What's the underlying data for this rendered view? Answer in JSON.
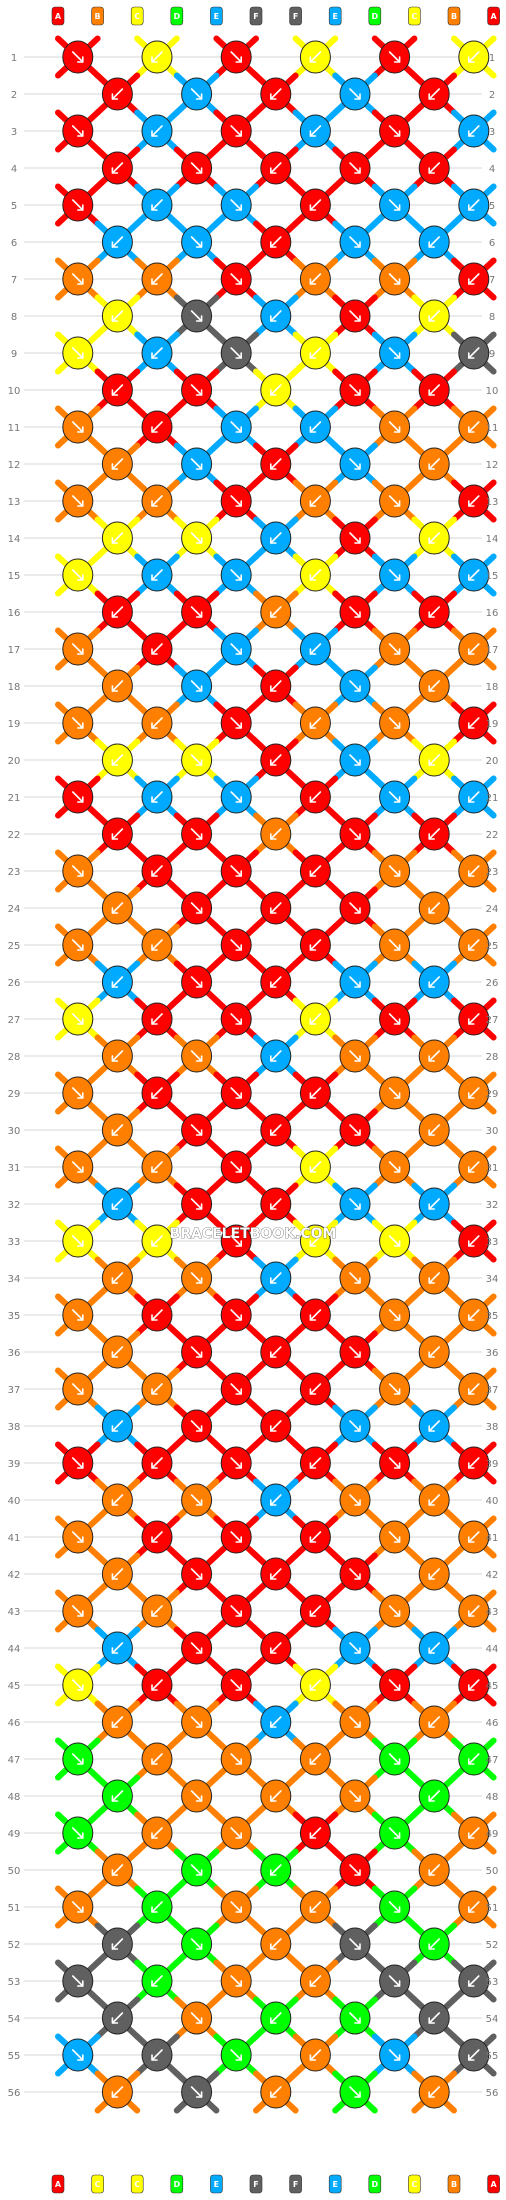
{
  "colors": {
    "A": "#ff0000",
    "B": "#ff8000",
    "C": "#ffff00",
    "D": "#00ff00",
    "E": "#00aaff",
    "F": "#606060"
  },
  "strand_top": [
    "A",
    "B",
    "C",
    "D",
    "E",
    "F",
    "F",
    "E",
    "D",
    "C",
    "B",
    "A"
  ],
  "strand_bottom": [
    "A",
    "C",
    "C",
    "D",
    "E",
    "F",
    "F",
    "E",
    "D",
    "C",
    "B",
    "A"
  ],
  "row_numbers": [
    "1",
    "2",
    "3",
    "4",
    "5",
    "6",
    "7",
    "8",
    "9",
    "10",
    "11",
    "12",
    "13",
    "14",
    "15",
    "16",
    "17",
    "18",
    "19",
    "20",
    "21",
    "22",
    "23",
    "24",
    "25",
    "26",
    "27",
    "28",
    "29",
    "30",
    "31",
    "32",
    "33",
    "34",
    "35",
    "36",
    "37",
    "38",
    "39",
    "40",
    "41",
    "42",
    "43",
    "44",
    "45",
    "46",
    "47",
    "48",
    "49",
    "50",
    "51",
    "52",
    "53",
    "54",
    "55",
    "56"
  ],
  "watermark": "BRACELETBOOK.COM",
  "knot_rows": [
    "AC",
    "AE",
    "AE",
    "A",
    "AEE",
    "EEA",
    "BBA",
    "CFEA",
    "CEF",
    "AAC",
    "BAEEB",
    "BEAEB",
    "BBA",
    "CCEA",
    "CEE",
    "AAB",
    "BAEEB",
    "BEAEB",
    "BBA",
    "CCAE",
    "AEE",
    "AAB",
    "BAAAB",
    "BAAAB",
    "BBAA",
    "EAAE",
    "CAA",
    "BBE",
    "BAAAB",
    "BAAAB",
    "BBAC",
    "EAAE",
    "CCA",
    "BBE",
    "BAAAB",
    "BAAAB",
    "BBAA",
    "EAAE",
    "AAA",
    "BBE",
    "BAAAB",
    "BAAAB",
    "BBAA",
    "EAAE",
    "CAA",
    "BBE",
    "DBBBD",
    "DBBBD",
    "DBBA",
    "BDDA",
    "BDB",
    "FDB",
    "FDBBF",
    "FBDDF",
    "EFDB",
    "BFBD",
    "DBF",
    "EFD",
    "EFDDE",
    "EFDDE",
    "FEFD",
    "DFDB",
    "BDB",
    "EFD",
    "FEFD",
    "DFDB",
    "BDB",
    "EFD",
    "FEFD",
    "DFDB",
    "BDB",
    "EFD",
    "FDBA",
    "ABDF",
    "AAB",
    "DBB",
    "DBBAA",
    "DBAAB",
    "DBBA",
    "AABD",
    "ABB",
    "DBD",
    "FDBB",
    "BBDF",
    "ADB",
    "FBD",
    "FEFD",
    "DFEF",
    "DBB",
    "FDD",
    "EFDD",
    "BDFE",
    "DDF",
    "EFD",
    "EFFE",
    "EEFE",
    "FDD",
    "FFE",
    "EFFE",
    "EFFE",
    "FDD",
    "FFE",
    "EFFE",
    "EFFE",
    "FFE",
    "FFE",
    "EFFE",
    "EFFE",
    "FDD",
    "FFE",
    "EFFE",
    "EFFE",
    "FDD",
    "FFE",
    "EFFE",
    "EFFE",
    "FFE",
    "FFE",
    "EFFE",
    "EFFE",
    "FDD",
    "FFE",
    "EFFE",
    "EFFE",
    "FFF",
    "FFF",
    "EFFE",
    "EFFE",
    "FDF",
    "FFE",
    "EFFE",
    "EFFE",
    "CEFE",
    "EFEC",
    "CEE",
    "ECE",
    "ACEE",
    "EECA",
    "ACEE",
    "EECA",
    "CEE",
    "ECE",
    "ACEE",
    "EECA",
    "BAEC",
    "CEAB",
    "BAE",
    "BAC",
    "BACE",
    "ECAB",
    "ACCE",
    "ECCA",
    "CCE",
    "CCA",
    "AEFE",
    "EFEA",
    "CEFF",
    "FFEC",
    "CEF",
    "FEC",
    "CEFF",
    "FFEC",
    "CEFE",
    "EFEC"
  ]
}
